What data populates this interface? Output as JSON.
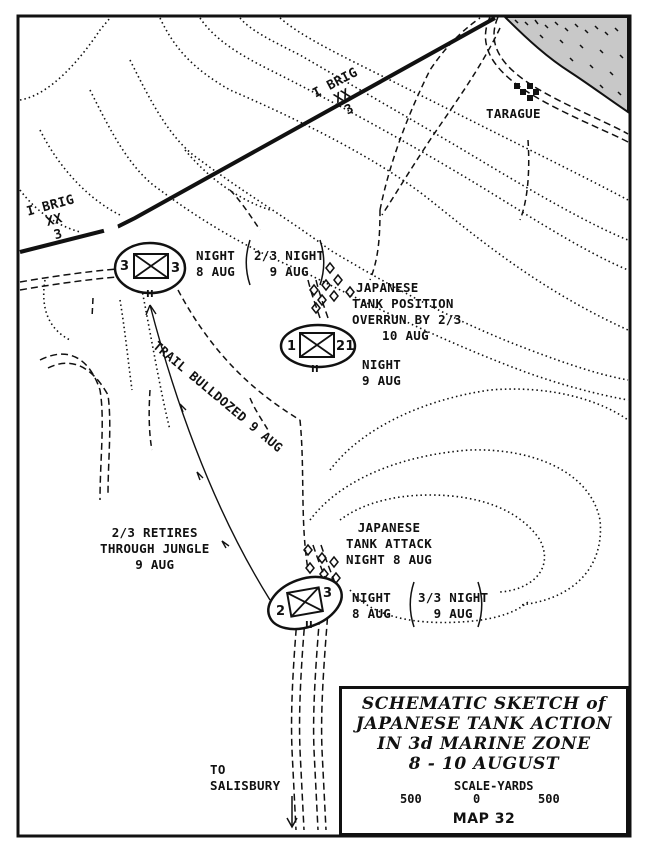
{
  "boundary_labels": {
    "upper": [
      "I BRIG",
      "XX",
      "3"
    ],
    "lower": [
      "I BRIG",
      "XX",
      "3"
    ]
  },
  "places": {
    "tarague": "TARAGUE",
    "to_salisbury": [
      "TO",
      "SALISBURY"
    ]
  },
  "units": {
    "unit_a": {
      "left": "3",
      "right": "3",
      "size": "II"
    },
    "unit_b": {
      "left": "1",
      "right": "21",
      "size": "II"
    },
    "unit_c": {
      "left": "2",
      "right": "3",
      "size": "II"
    }
  },
  "annotations": {
    "night_8aug_top": [
      "NIGHT",
      "8 AUG"
    ],
    "night_9aug_2_3": [
      "2/3 NIGHT",
      "9 AUG"
    ],
    "tank_position": [
      "JAPANESE",
      "TANK POSITION",
      "OVERRUN BY 2/3",
      "10 AUG"
    ],
    "night_9aug_mid": [
      "NIGHT",
      "9 AUG"
    ],
    "trail": "TRAIL BULLDOZED 9 AUG",
    "retires": [
      "2/3 RETIRES",
      "THROUGH JUNGLE",
      "9 AUG"
    ],
    "tank_attack": [
      "JAPANESE",
      "TANK ATTACK",
      "NIGHT 8 AUG"
    ],
    "night_8aug_bottom": [
      "NIGHT",
      "8 AUG"
    ],
    "night_9aug_3_3": [
      "3/3 NIGHT",
      "9 AUG"
    ]
  },
  "legend": {
    "title_lines": [
      "SCHEMATIC SKETCH of",
      "JAPANESE TANK ACTION",
      "IN 3d MARINE ZONE",
      "8 - 10 AUGUST"
    ],
    "scale_label": "SCALE-YARDS",
    "scale_left": "500",
    "scale_mid": "0",
    "scale_right": "500",
    "map_number": "MAP 32"
  }
}
